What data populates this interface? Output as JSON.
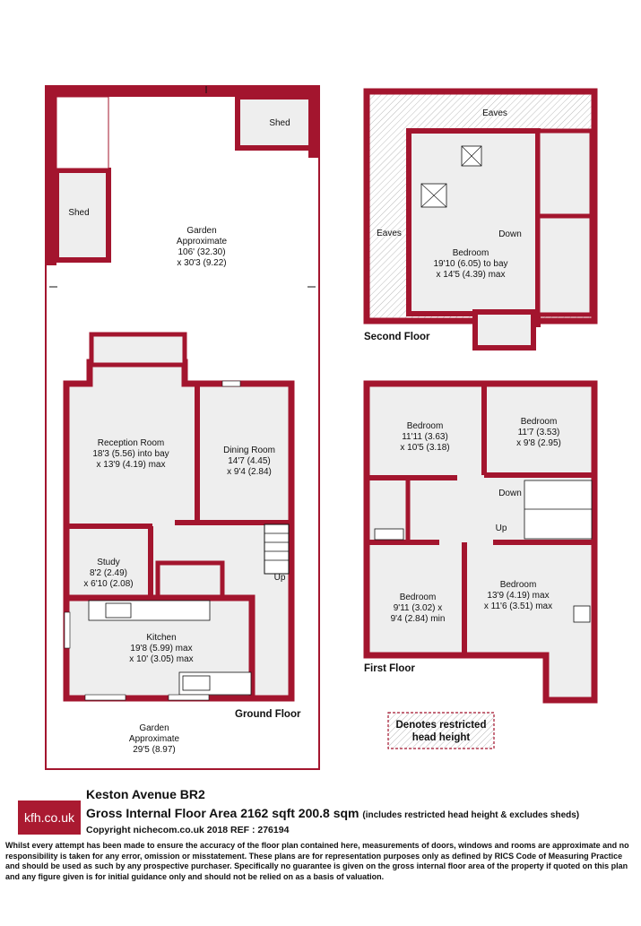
{
  "plan": {
    "garden_top": {
      "name": "Garden",
      "line1": "Approximate",
      "line2": "106' (32.30)",
      "line3": "x 30'3 (9.22)"
    },
    "shed_right": "Shed",
    "shed_left": "Shed",
    "reception": {
      "name": "Reception Room",
      "line1": "18'3 (5.56) into bay",
      "line2": "x 13'9 (4.19) max"
    },
    "dining": {
      "name": "Dining Room",
      "line1": "14'7 (4.45)",
      "line2": "x 9'4 (2.84)"
    },
    "study": {
      "name": "Study",
      "line1": "8'2 (2.49)",
      "line2": "x 6'10 (2.08)"
    },
    "kitchen": {
      "name": "Kitchen",
      "line1": "19'8 (5.99) max",
      "line2": "x 10' (3.05) max"
    },
    "garden_front": {
      "name": "Garden",
      "line1": "Approximate",
      "line2": "29'5 (8.97)"
    },
    "ground_floor_up": "Up",
    "ground_floor_label": "Ground Floor",
    "eaves_top": "Eaves",
    "eaves_left": "Eaves",
    "second_bedroom": {
      "name": "Bedroom",
      "line1": "19'10 (6.05) to bay",
      "line2": "x 14'5 (4.39) max"
    },
    "second_down": "Down",
    "second_floor_label": "Second Floor",
    "bed_a": {
      "name": "Bedroom",
      "line1": "11'11 (3.63)",
      "line2": "x 10'5 (3.18)"
    },
    "bed_b": {
      "name": "Bedroom",
      "line1": "11'7 (3.53)",
      "line2": "x 9'8 (2.95)"
    },
    "bed_c": {
      "name": "Bedroom",
      "line1": "9'11 (3.02) x",
      "line2": "9'4 (2.84) min"
    },
    "bed_d": {
      "name": "Bedroom",
      "line1": "13'9 (4.19) max",
      "line2": "x 11'6 (3.51) max"
    },
    "first_down": "Down",
    "first_up": "Up",
    "first_floor_label": "First Floor",
    "legend": {
      "line1": "Denotes restricted",
      "line2": "head height"
    }
  },
  "footer": {
    "logo": "kfh.co.uk",
    "address": "Keston Avenue  BR2",
    "area": "Gross Internal Floor Area 2162 sqft 200.8 sqm",
    "area_note": "(includes restricted head height & excludes sheds)",
    "copyright": "Copyright nichecom.co.uk 2018 REF : 276194",
    "disclaimer": "Whilst every attempt has been made to ensure the accuracy of the floor plan contained here, measurements of doors, windows and rooms are approximate and no responsibility is taken for any error, omission or misstatement.  These plans are for representation purposes only as defined by RICS Code of Measuring Practice and should be used as such by any prospective purchaser.  Specifically no guarantee is given on the gross internal floor area of the property if quoted on this plan and any figure given is for initial guidance only and should not be relied on as a basis of valuation."
  },
  "colors": {
    "wall": "#a3152e",
    "floor": "#eeeeee",
    "text": "#111111",
    "logo_bg": "#aa1a31"
  }
}
